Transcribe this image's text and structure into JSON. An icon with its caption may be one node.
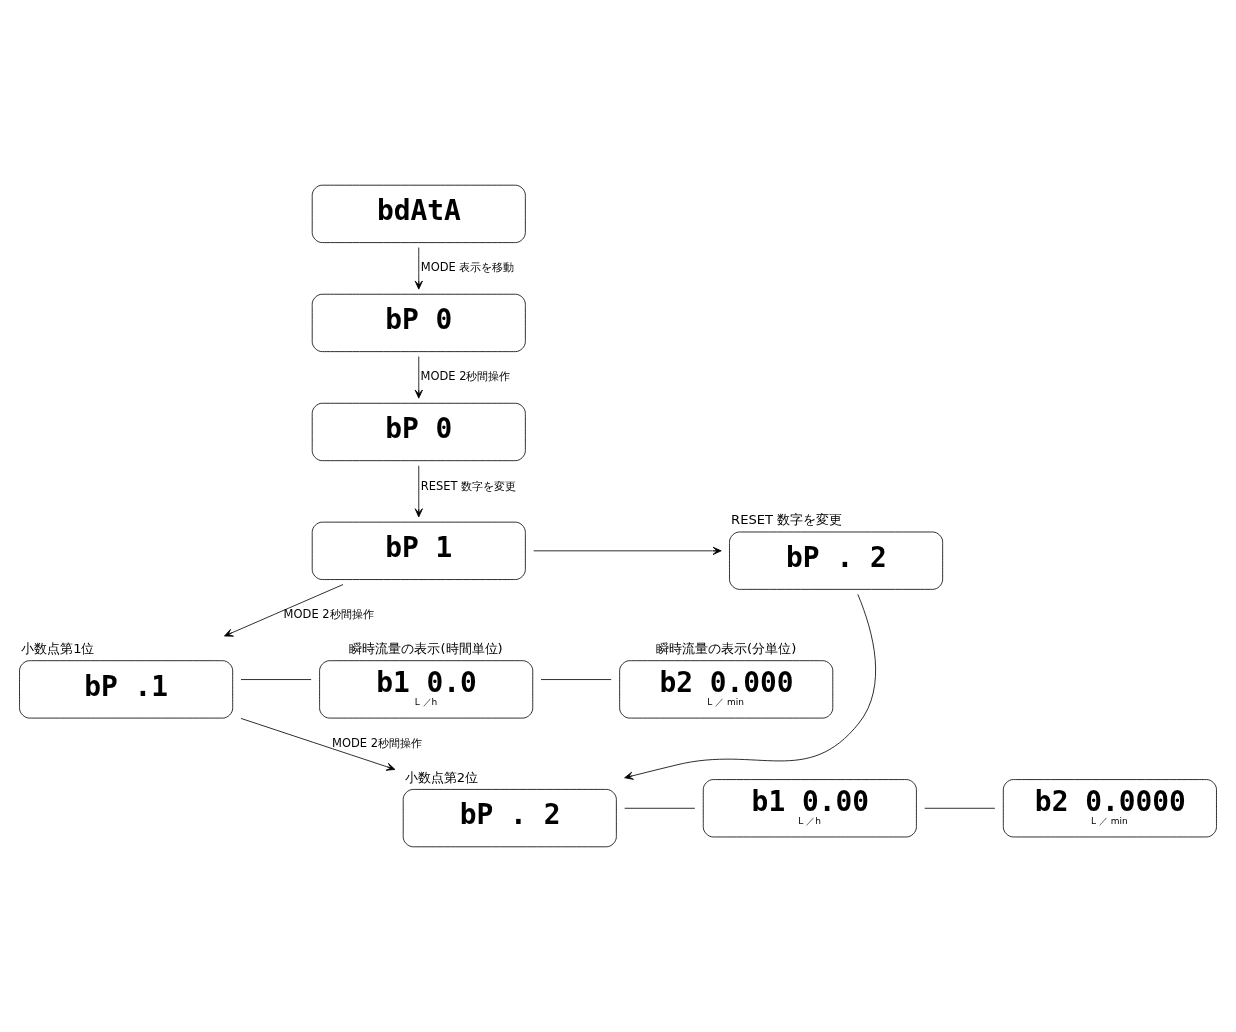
{
  "diagram": {
    "nodes": [
      {
        "text": [
          "bdAtA"
        ]
      },
      {
        "text": [
          "bP 0"
        ]
      },
      {
        "text": [
          "bP 0"
        ]
      },
      {
        "text": [
          "bP 1"
        ]
      },
      {
        "text": [
          "bP . 2"
        ],
        "beside": [
          "RESET 数字を変更"
        ]
      },
      {
        "text": [
          "bP .1"
        ],
        "beside": [
          "小数点第1位"
        ]
      },
      {
        "text": [
          "b1 0.0",
          "L ／h"
        ],
        "beside": [
          "瞬時流量の表示(時間単位)"
        ]
      },
      {
        "text": [
          "b2 0.000",
          "L ／ min"
        ],
        "beside": [
          "瞬時流量の表示(分単位)"
        ]
      },
      {
        "text": [
          "bP . 2"
        ],
        "beside": [
          "小数点第2位"
        ]
      },
      {
        "text": [
          "b1 0.00",
          "L ／h"
        ]
      },
      {
        "text": [
          "b2 0.0000",
          "L ／ min"
        ]
      }
    ],
    "edges": [
      {
        "from": 0,
        "to": 1,
        "arrow": "to",
        "label": "MODE 表示を移動"
      },
      {
        "from": 1,
        "to": 2,
        "arrow": "to",
        "label": "MODE 2秒間操作"
      },
      {
        "from": 2,
        "to": 3,
        "arrow": "to",
        "label": "RESET 数字を変更"
      },
      {
        "from": 3,
        "to": 4,
        "arrow": "to"
      },
      {
        "from": 3,
        "to": 5,
        "arrow": "to",
        "label": "MODE 2秒間操作"
      },
      {
        "from": 5,
        "to": 6,
        "arrow": "none"
      },
      {
        "from": 6,
        "to": 7,
        "arrow": "none"
      },
      {
        "from": 5,
        "to": 8,
        "arrow": "to",
        "label": "MODE 2秒間操作"
      },
      {
        "from": 4,
        "to": 8,
        "arrow": "to"
      },
      {
        "from": 8,
        "to": 9,
        "arrow": "none"
      },
      {
        "from": 9,
        "to": 10,
        "arrow": "none"
      }
    ]
  }
}
